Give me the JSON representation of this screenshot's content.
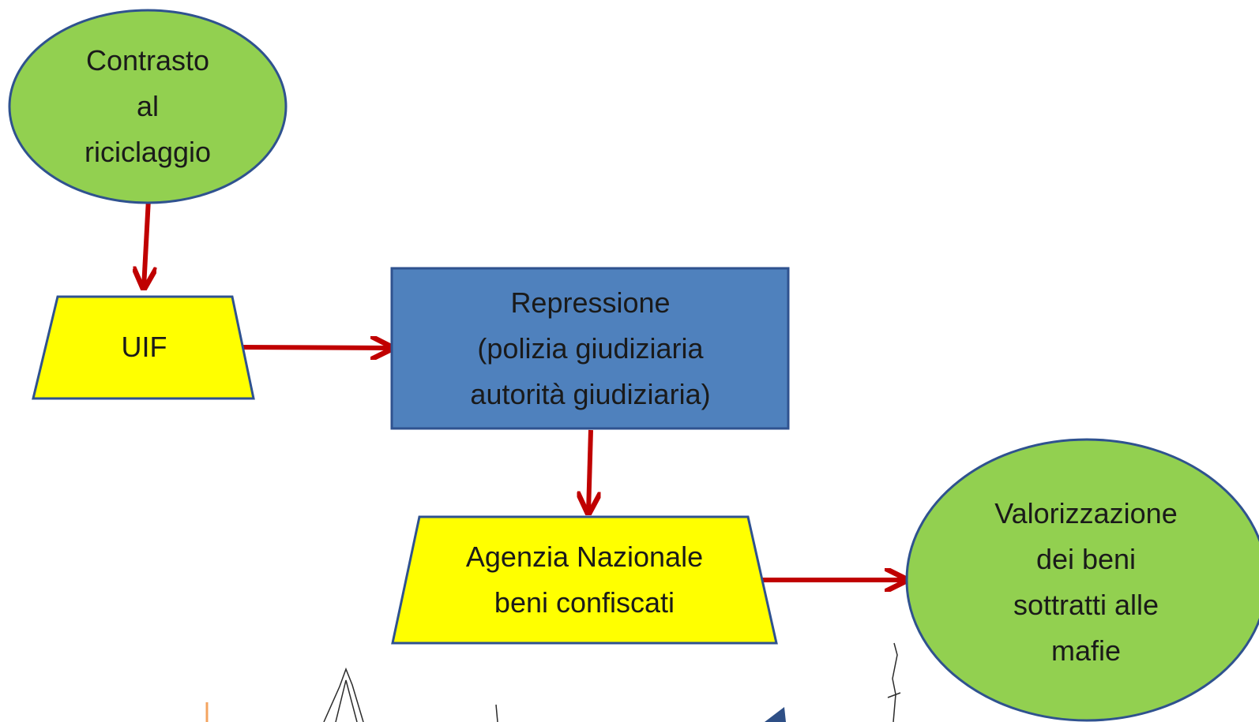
{
  "diagram": {
    "colors": {
      "ellipse_fill": "#92d050",
      "trapezoid_fill": "#ffff00",
      "rect_fill": "#4f81bd",
      "outline": "#2f528f",
      "arrow": "#c00000"
    },
    "nodes": {
      "contrasto": {
        "lines": [
          "Contrasto",
          "al",
          "riciclaggio"
        ]
      },
      "uif": {
        "lines": [
          "UIF"
        ]
      },
      "repressione": {
        "lines": [
          "Repressione",
          "(polizia giudiziaria",
          "autorità giudiziaria)"
        ]
      },
      "agenzia": {
        "lines": [
          "Agenzia Nazionale",
          "beni confiscati"
        ]
      },
      "valorizzazione": {
        "lines": [
          "Valorizzazione",
          "dei beni",
          "sottratti alle",
          "mafie"
        ]
      }
    },
    "edges": [
      {
        "from": "contrasto",
        "to": "uif"
      },
      {
        "from": "uif",
        "to": "repressione"
      },
      {
        "from": "repressione",
        "to": "agenzia"
      },
      {
        "from": "agenzia",
        "to": "valorizzazione"
      }
    ]
  }
}
